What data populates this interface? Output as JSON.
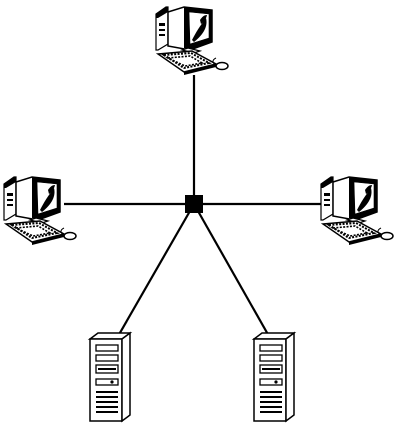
{
  "diagram": {
    "type": "star-network",
    "hub": {
      "name": "network-hub",
      "icon": "hub-icon"
    },
    "nodes": [
      {
        "name": "workstation-top",
        "icon": "desktop-computer-icon"
      },
      {
        "name": "workstation-left",
        "icon": "desktop-computer-icon"
      },
      {
        "name": "workstation-right",
        "icon": "desktop-computer-icon"
      },
      {
        "name": "server-left",
        "icon": "server-tower-icon"
      },
      {
        "name": "server-right",
        "icon": "server-tower-icon"
      }
    ],
    "colors": {
      "stroke": "#000000",
      "fill": "#ffffff"
    }
  }
}
